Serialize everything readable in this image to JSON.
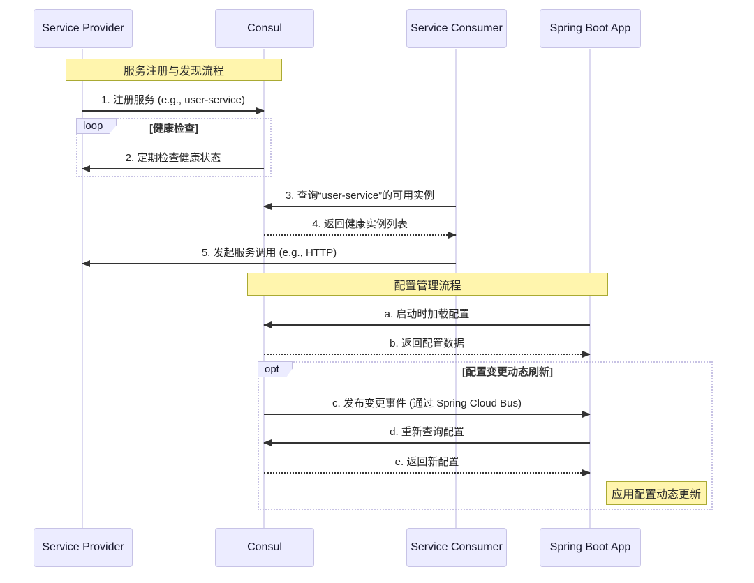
{
  "diagram": {
    "kind": "sequence-diagram",
    "participants": [
      {
        "name": "Service Provider"
      },
      {
        "name": "Consul"
      },
      {
        "name": "Service Consumer"
      },
      {
        "name": "Spring Boot App"
      }
    ],
    "section_notes": [
      {
        "text": "服务注册与发现流程",
        "over": "Service Provider, Consul"
      },
      {
        "text": "配置管理流程",
        "over": "Consul, Spring Boot App"
      },
      {
        "text": "应用配置动态更新",
        "over": "Spring Boot App"
      }
    ],
    "frames": [
      {
        "label": "loop",
        "condition": "[健康检查]"
      },
      {
        "label": "opt",
        "condition": "[配置变更动态刷新]"
      }
    ],
    "messages": [
      {
        "text": "1. 注册服务 (e.g., user-service)",
        "from": "Service Provider",
        "to": "Consul",
        "line": "solid"
      },
      {
        "text": "2. 定期检查健康状态",
        "from": "Consul",
        "to": "Service Provider",
        "line": "solid"
      },
      {
        "text": "3. 查询“user-service”的可用实例",
        "from": "Service Consumer",
        "to": "Consul",
        "line": "solid"
      },
      {
        "text": "4. 返回健康实例列表",
        "from": "Consul",
        "to": "Service Consumer",
        "line": "dashed"
      },
      {
        "text": "5. 发起服务调用 (e.g., HTTP)",
        "from": "Service Consumer",
        "to": "Service Provider",
        "line": "solid"
      },
      {
        "text": "a. 启动时加载配置",
        "from": "Spring Boot App",
        "to": "Consul",
        "line": "solid"
      },
      {
        "text": "b. 返回配置数据",
        "from": "Consul",
        "to": "Spring Boot App",
        "line": "dashed"
      },
      {
        "text": "c. 发布变更事件 (通过 Spring Cloud Bus)",
        "from": "Consul",
        "to": "Spring Boot App",
        "line": "solid"
      },
      {
        "text": "d. 重新查询配置",
        "from": "Spring Boot App",
        "to": "Consul",
        "line": "solid"
      },
      {
        "text": "e. 返回新配置",
        "from": "Consul",
        "to": "Spring Boot App",
        "line": "dashed"
      }
    ],
    "colors": {
      "actor_fill": "#ECECFF",
      "actor_border": "#C7C3E6",
      "lifeline": "#DCD9F0",
      "note_fill": "#FFF5AD",
      "note_border": "#AAAA33",
      "frame_border": "#C7C2E4",
      "arrow": "#333333"
    }
  }
}
